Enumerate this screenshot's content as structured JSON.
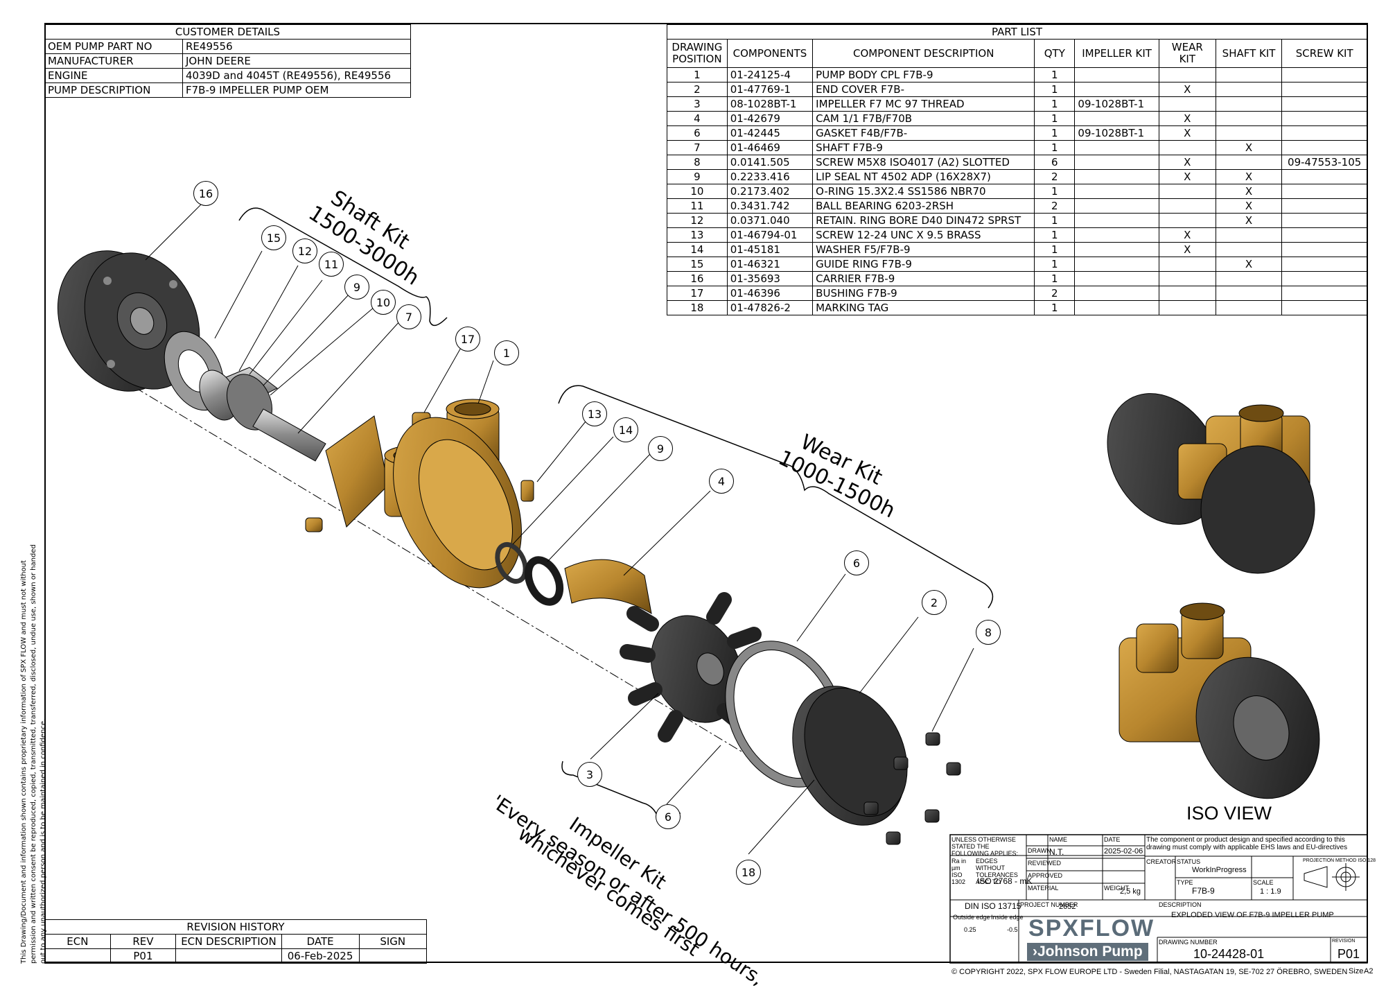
{
  "customer_details": {
    "title": "CUSTOMER DETAILS",
    "rows": [
      [
        "OEM PUMP PART NO",
        "RE49556"
      ],
      [
        "MANUFACTURER",
        "JOHN DEERE"
      ],
      [
        "ENGINE",
        "4039D and 4045T (RE49556), RE49556"
      ],
      [
        "PUMP DESCRIPTION",
        "F7B-9 IMPELLER PUMP OEM"
      ]
    ]
  },
  "part_list": {
    "title": "PART LIST",
    "headers": [
      "DRAWING POSITION",
      "COMPONENTS",
      "COMPONENT DESCRIPTION",
      "QTY",
      "IMPELLER KIT",
      "WEAR KIT",
      "SHAFT KIT",
      "SCREW KIT"
    ],
    "rows": [
      [
        "1",
        "01-24125-4",
        "PUMP BODY CPL F7B-9",
        "1",
        "",
        "",
        "",
        ""
      ],
      [
        "2",
        "01-47769-1",
        "END COVER F7B-",
        "1",
        "",
        "X",
        "",
        ""
      ],
      [
        "3",
        "08-1028BT-1",
        "IMPELLER F7 MC 97 THREAD",
        "1",
        "09-1028BT-1",
        "",
        "",
        ""
      ],
      [
        "4",
        "01-42679",
        "CAM 1/1 F7B/F70B",
        "1",
        "",
        "X",
        "",
        ""
      ],
      [
        "6",
        "01-42445",
        "GASKET F4B/F7B-",
        "1",
        "09-1028BT-1",
        "X",
        "",
        ""
      ],
      [
        "7",
        "01-46469",
        "SHAFT F7B-9",
        "1",
        "",
        "",
        "X",
        ""
      ],
      [
        "8",
        "0.0141.505",
        "SCREW M5X8 ISO4017 (A2) SLOTTED",
        "6",
        "",
        "X",
        "",
        "09-47553-105"
      ],
      [
        "9",
        "0.2233.416",
        "LIP SEAL NT 4502 ADP (16X28X7)",
        "2",
        "",
        "X",
        "X",
        ""
      ],
      [
        "10",
        "0.2173.402",
        "O-RING 15.3X2.4 SS1586 NBR70",
        "1",
        "",
        "",
        "X",
        ""
      ],
      [
        "11",
        "0.3431.742",
        "BALL BEARING 6203-2RSH",
        "2",
        "",
        "",
        "X",
        ""
      ],
      [
        "12",
        "0.0371.040",
        "RETAIN. RING BORE D40 DIN472 SPRST",
        "1",
        "",
        "",
        "X",
        ""
      ],
      [
        "13",
        "01-46794-01",
        "SCREW 12-24 UNC X 9.5 BRASS",
        "1",
        "",
        "X",
        "",
        ""
      ],
      [
        "14",
        "01-45181",
        "WASHER F5/F7B-9",
        "1",
        "",
        "X",
        "",
        ""
      ],
      [
        "15",
        "01-46321",
        "GUIDE RING F7B-9",
        "1",
        "",
        "",
        "X",
        ""
      ],
      [
        "16",
        "01-35693",
        "CARRIER F7B-9",
        "1",
        "",
        "",
        "",
        ""
      ],
      [
        "17",
        "01-46396",
        "BUSHING F7B-9",
        "2",
        "",
        "",
        "",
        ""
      ],
      [
        "18",
        "01-47826-2",
        "MARKING TAG",
        "1",
        "",
        "",
        "",
        ""
      ]
    ]
  },
  "kits": {
    "shaft": [
      "Shaft Kit",
      "1500-3000h"
    ],
    "wear": [
      "Wear Kit",
      "1000-1500h"
    ],
    "impeller": [
      "Impeller Kit",
      "'Every season or after 500 hours,",
      "whichever comes first"
    ]
  },
  "callouts": [
    "16",
    "15",
    "12",
    "11",
    "9",
    "10",
    "7",
    "17",
    "1",
    "13",
    "14",
    "9",
    "4",
    "6",
    "2",
    "8",
    "3",
    "6",
    "18"
  ],
  "iso_view_label": "ISO VIEW",
  "revision_history": {
    "title": "REVISION HISTORY",
    "headers": [
      "ECN",
      "REV",
      "ECN DESCRIPTION",
      "DATE",
      "SIGN"
    ],
    "rows": [
      [
        "",
        "P01",
        "",
        "06-Feb-2025",
        ""
      ]
    ]
  },
  "side_note": "This Drawing/Document and information shown contains proprietary information of SPX FLOW and must not without permission and written consent be reproduced, copied, transmitted, transferred, disclosed, undue use, shown or handed out to any unauthorized person and is to be maintained in confidence.",
  "title_block": {
    "tolerance_note": "UNLESS OTHERWISE STATED THE FOLLOWING APPLIES:",
    "roughness": "Ra in µm ISO 1302",
    "edges_tol": "EDGES WITHOUT TOLERANCES ACC. TO",
    "iso_std": "ISO 2768 - mK",
    "din": "DIN ISO 13715",
    "outside_edge": "Outside edge",
    "inside_edge": "Inside edge",
    "outside_val": "0.25",
    "inside_val": "-0.5",
    "name_label": "NAME",
    "date_label": "DATE",
    "drawn_label": "DRAWN",
    "drawn_name": "N.T.",
    "drawn_date": "2025-02-06",
    "reviewed_label": "REVIEWED",
    "approved_label": "APPROVED",
    "material_label": "MATERIAL",
    "weight_label": "WEIGHT",
    "weight": "2,5 kg",
    "compliance": "The component or product design and specified according to this drawing must comply with applicable EHS laws and EU-directives",
    "creator_label": "CREATOR",
    "status_label": "STATUS",
    "status": "WorkInProgress",
    "type_label": "TYPE",
    "type": "F7B-9",
    "scale_label": "SCALE",
    "scale": "1 : 1.9",
    "projection_label": "PROJECTION METHOD ISO 128",
    "project_label": "PROJECT NUMBER",
    "project": "2652",
    "description_label": "DESCRIPTION",
    "description": "EXPLODED VIEW OF F7B-9 IMPELLER PUMP",
    "drawing_number_label": "DRAWING NUMBER",
    "drawing_number": "10-24428-01",
    "revision_label": "REVISION",
    "revision": "P01",
    "logo_top": "SPXFLOW",
    "logo_bottom": "›Johnson Pump",
    "size_label": "Size",
    "size": "A2"
  },
  "copyright": "© COPYRIGHT 2022, SPX FLOW EUROPE LTD - Sweden Filial, NASTAGATAN 19, SE-702 27 ÖREBRO, SWEDEN",
  "colors": {
    "brass": "#b8862e",
    "brass_dark": "#7a5618",
    "rubber": "#2a2a2a",
    "steel": "#9a9a9a"
  }
}
